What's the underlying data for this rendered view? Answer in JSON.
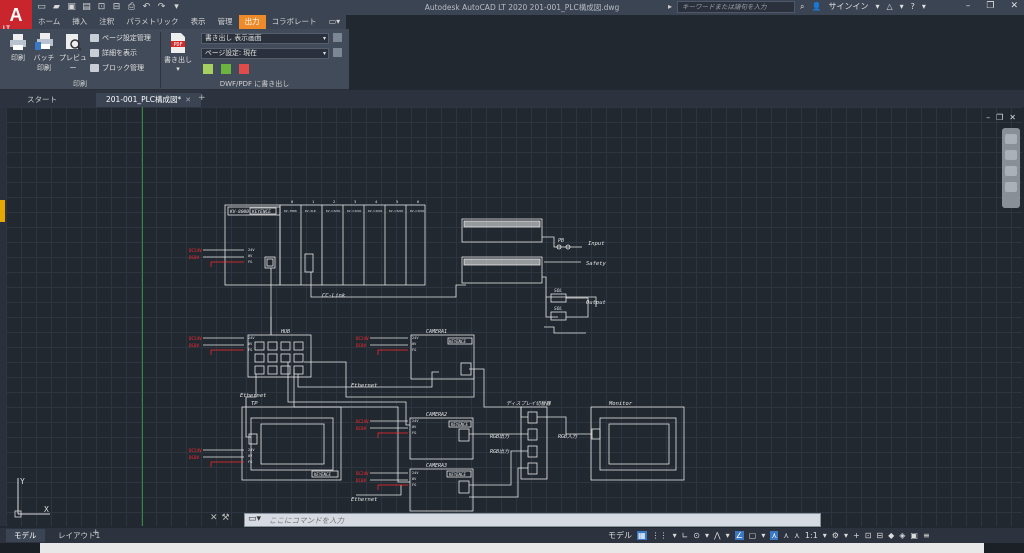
{
  "app": {
    "logo_letter": "A",
    "logo_sub": "LT",
    "title": "Autodesk AutoCAD LT 2020    201-001_PLC構成図.dwg",
    "search_placeholder": "キーワードまたは語句を入力",
    "signin": "サインイン"
  },
  "ribbon_tabs": [
    "ホーム",
    "挿入",
    "注釈",
    "パラメトリック",
    "表示",
    "管理",
    "出力",
    "コラボレート"
  ],
  "active_tab": "出力",
  "ribbon": {
    "print": "印刷",
    "batch_print_1": "バッチ",
    "batch_print_2": "印刷",
    "preview": "プレビュー",
    "page_setup": "ページ設定管理",
    "details": "詳細を表示",
    "block_manager": "ブロック管理",
    "print_panel": "印刷",
    "export": "書き出し",
    "pdf_icon": "PDF",
    "export_dropdown": "書き出し 表示画面",
    "page_setup_dropdown": "ページ設定: 現在",
    "dwf_panel": "DWF/PDF に書き出し"
  },
  "doc_tabs": [
    {
      "label": "スタート",
      "active": false
    },
    {
      "label": "201-001_PLC構成図*",
      "active": true
    }
  ],
  "command": {
    "placeholder": "ここにコマンドを入力"
  },
  "status": {
    "layouts": [
      "モデル",
      "レイアウト1"
    ],
    "active_layout": "モデル",
    "model_label": "モデル",
    "scale": "1:1"
  },
  "drawing": {
    "plc_label": "KV-8000",
    "plc_badge": "KEYENCE",
    "slot_numbers": [
      "0",
      "1",
      "2",
      "3",
      "4",
      "5",
      "6"
    ],
    "module_labels": [
      "KV-7000",
      "KV-XLE",
      "KV-C32XC",
      "KV-C32XC",
      "KV-C32XC",
      "KV-C32XC",
      "KV-C32XC"
    ],
    "power": [
      "DC24V",
      "DC0V"
    ],
    "ports": [
      "24V",
      "0V",
      "FG"
    ],
    "ethernet": "Ethernet",
    "cclink": "CC-Link",
    "hub": "HUB",
    "tp": "TP",
    "camera1": "CAMERA1",
    "camera2": "CAMERA2",
    "camera3": "CAMERA3",
    "display_switch": "ディスプレイ切替器",
    "monitor": "Monitor",
    "rgb_out": "RGB出力",
    "rgb_in": "RGB入力",
    "pb": "PB",
    "input": "Input",
    "safety": "Safety",
    "output": "Output",
    "sol": "SOL",
    "brand_tag": "KEYENCE"
  }
}
